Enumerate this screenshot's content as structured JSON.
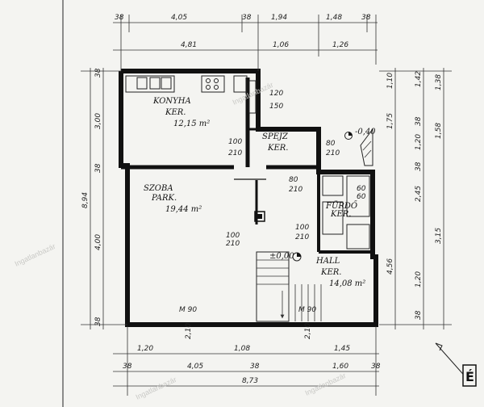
{
  "rooms": {
    "kitchen": {
      "name": "KONYHA",
      "label": "KER.",
      "area": "12,15 m²"
    },
    "pantry": {
      "name": "SPEJZ",
      "label": "KER."
    },
    "living": {
      "name": "SZOBA",
      "label": "PARK.",
      "area": "19,44 m²"
    },
    "bath": {
      "name": "FÜRDŐ",
      "label": "KER."
    },
    "hall": {
      "name": "HALL",
      "label": "KER.",
      "area": "14,08 m²"
    }
  },
  "level_mark": "±0,00",
  "level_mark_small": "-0,40",
  "openings": {
    "kitchen_window": {
      "w": "120",
      "h": "150"
    },
    "pantry_door": {
      "w": "100",
      "h": "210"
    },
    "living_door": {
      "w": "100",
      "h": "210"
    },
    "hall_door_1": {
      "w": "80",
      "h": "210"
    },
    "hall_door_2": {
      "w": "100",
      "h": "210"
    },
    "bath_door": {
      "w": "80",
      "h": "210"
    },
    "bath_w2": {
      "w": "60",
      "h": "60"
    },
    "window_m1": "M 90",
    "window_m2": "M 90"
  },
  "dims_top_row1": [
    "38",
    "4,05",
    "38",
    "1,94",
    "1,48",
    "38"
  ],
  "dims_top_row2": [
    "4,81",
    "1,06",
    "1,26"
  ],
  "dims_bottom_row1": [
    "1,20",
    "2,10",
    "1,08",
    "2,10",
    "1,45"
  ],
  "dims_bottom_row2": [
    "38",
    "4,05",
    "38",
    "1,60",
    "38"
  ],
  "dim_bottom_total": "8,73",
  "dims_left_col1": [
    "38",
    "3,00",
    "38",
    "4,00",
    "38"
  ],
  "dim_left_total": "8,94",
  "dims_right_col1": [
    "1,10",
    "1,75",
    "4,56"
  ],
  "dims_right_col2": [
    "1,42",
    "38",
    "1,20",
    "38",
    "2,45",
    "1,20",
    "38"
  ],
  "dims_right_col3": [
    "1,38",
    "1,58",
    "3,15"
  ],
  "north_mark": "É",
  "watermark": "Ingatlanbazár"
}
